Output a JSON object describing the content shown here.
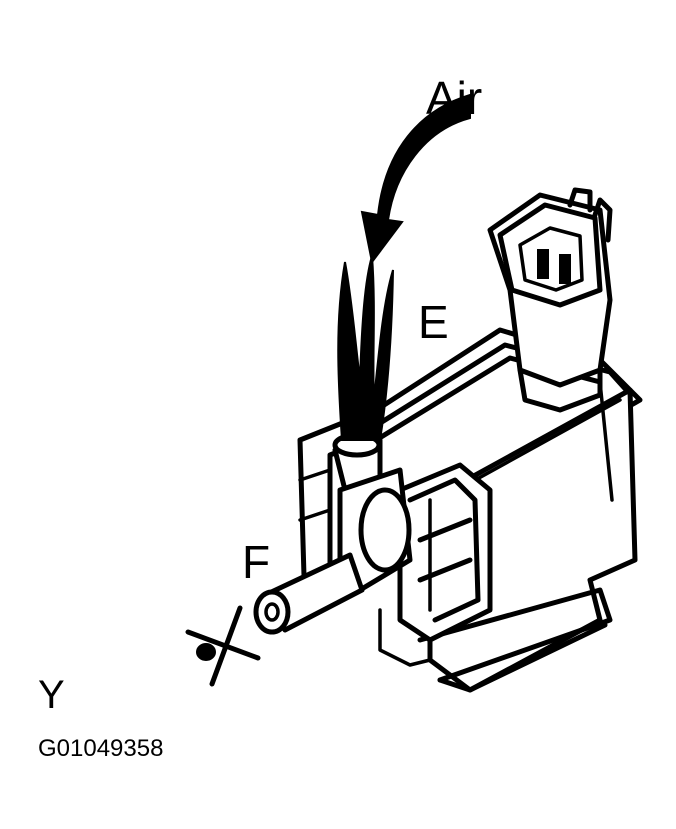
{
  "labels": {
    "air": "Air",
    "port_e": "E",
    "port_f": "F",
    "view": "Y",
    "figure_code": "G01049358"
  },
  "colors": {
    "ink": "#000000",
    "paper": "#ffffff"
  },
  "icons": {
    "air_flow": "curved-arrow-icon",
    "blocked_port": "cross-mark-icon"
  }
}
